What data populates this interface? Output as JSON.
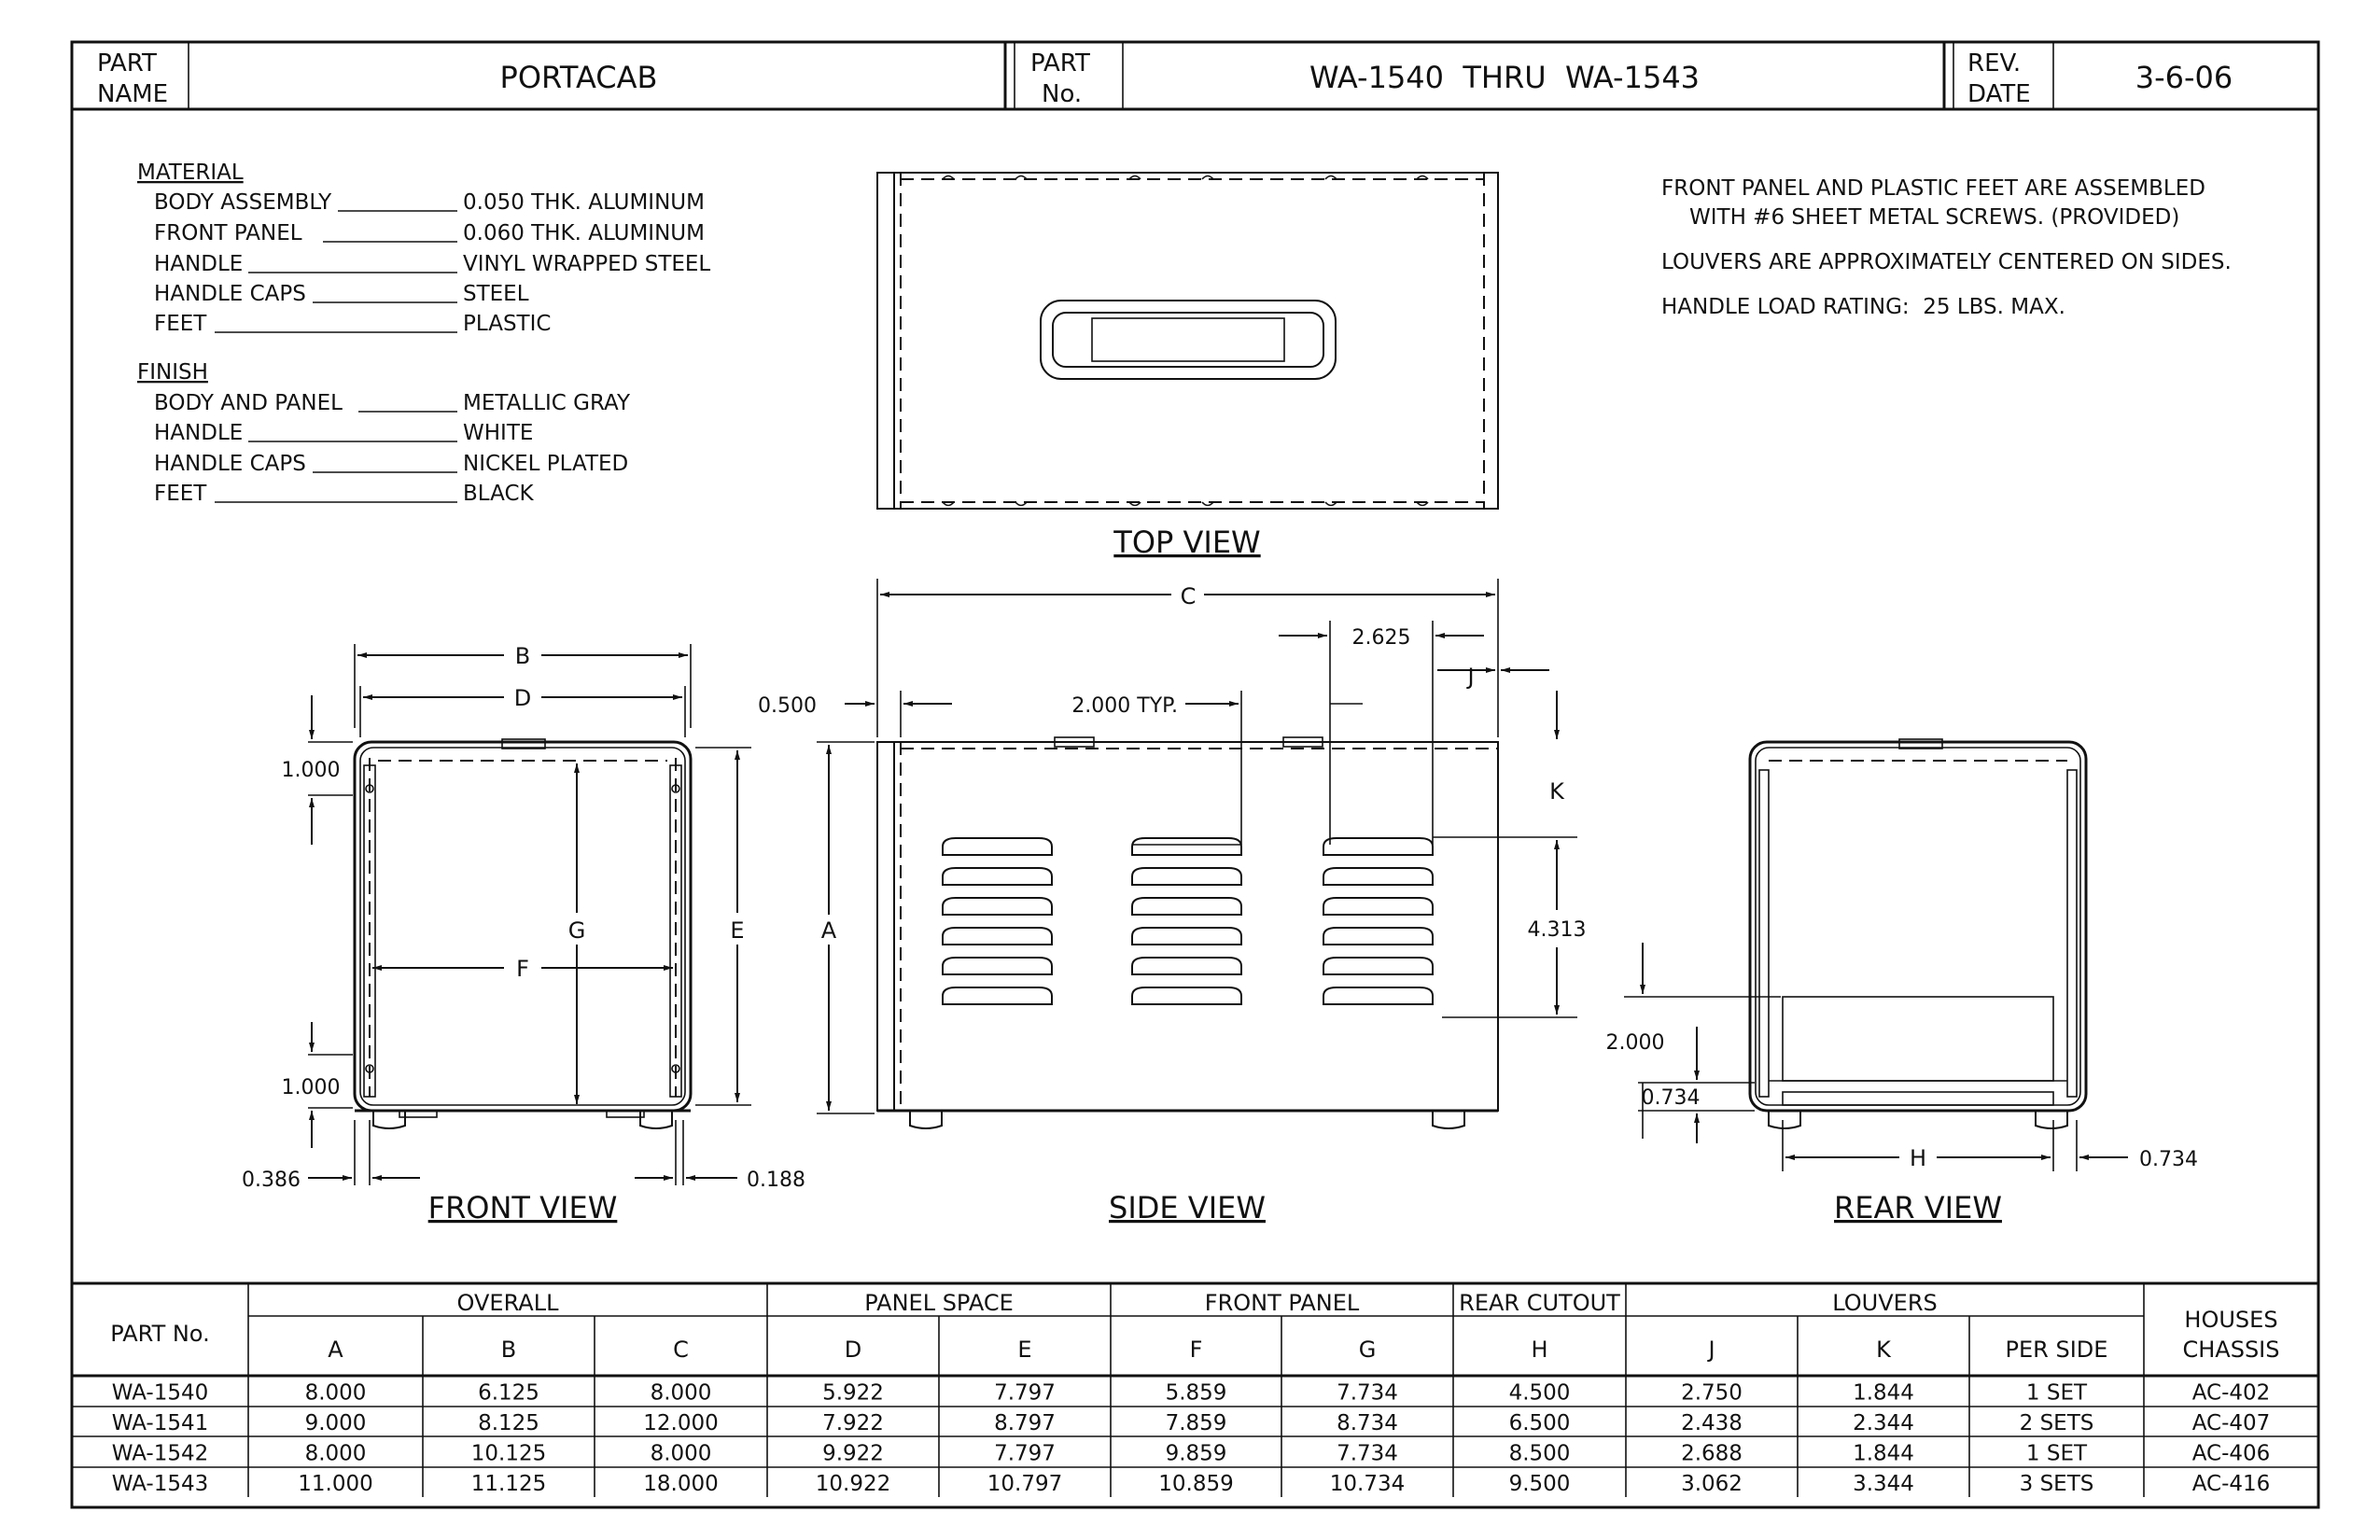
{
  "title_block": {
    "part_name_label": [
      "PART",
      "NAME"
    ],
    "part_name": "PORTACAB",
    "part_no_label": [
      "PART",
      "No."
    ],
    "part_no": "WA-1540  THRU  WA-1543",
    "rev_label": [
      "REV.",
      "DATE"
    ],
    "rev_date": "3-6-06"
  },
  "material": {
    "heading": "MATERIAL",
    "items": [
      {
        "name": "BODY ASSEMBLY",
        "value": "0.050 THK. ALUMINUM"
      },
      {
        "name": "FRONT PANEL",
        "value": "0.060 THK. ALUMINUM"
      },
      {
        "name": "HANDLE",
        "value": "VINYL WRAPPED STEEL"
      },
      {
        "name": "HANDLE CAPS",
        "value": "STEEL"
      },
      {
        "name": "FEET",
        "value": "PLASTIC"
      }
    ]
  },
  "finish": {
    "heading": "FINISH",
    "items": [
      {
        "name": "BODY AND PANEL",
        "value": "METALLIC GRAY"
      },
      {
        "name": "HANDLE",
        "value": "WHITE"
      },
      {
        "name": "HANDLE CAPS",
        "value": "NICKEL PLATED"
      },
      {
        "name": "FEET",
        "value": "BLACK"
      }
    ]
  },
  "notes": [
    "FRONT PANEL AND PLASTIC FEET ARE ASSEMBLED",
    "WITH #6 SHEET METAL SCREWS. (PROVIDED)",
    "LOUVERS ARE APPROXIMATELY CENTERED ON SIDES.",
    "HANDLE LOAD RATING:  25 LBS. MAX."
  ],
  "views": {
    "top": "TOP VIEW",
    "front": "FRONT VIEW",
    "side": "SIDE VIEW",
    "rear": "REAR VIEW"
  },
  "dimensions": {
    "A": "A",
    "B": "B",
    "C": "C",
    "D": "D",
    "E": "E",
    "F": "F",
    "G": "G",
    "H": "H",
    "J": "J",
    "K": "K",
    "front_top_1000": "1.000",
    "front_bottom_1000": "1.000",
    "front_left_0386": "0.386",
    "front_right_0188": "0.188",
    "side_0500": "0.500",
    "side_2000_typ": "2.000 TYP.",
    "side_2625": "2.625",
    "side_4313": "4.313",
    "rear_2000": "2.000",
    "rear_0734_v": "0.734",
    "rear_0734_h": "0.734"
  },
  "table": {
    "part_no_header": "PART No.",
    "group_headers": [
      "OVERALL",
      "PANEL SPACE",
      "FRONT PANEL",
      "REAR CUTOUT",
      "LOUVERS"
    ],
    "houses_header": [
      "HOUSES",
      "CHASSIS"
    ],
    "sub_headers": [
      "A",
      "B",
      "C",
      "D",
      "E",
      "F",
      "G",
      "H",
      "J",
      "K",
      "PER SIDE"
    ],
    "rows": [
      [
        "WA-1540",
        "8.000",
        "6.125",
        "8.000",
        "5.922",
        "7.797",
        "5.859",
        "7.734",
        "4.500",
        "2.750",
        "1.844",
        "1 SET",
        "AC-402"
      ],
      [
        "WA-1541",
        "9.000",
        "8.125",
        "12.000",
        "7.922",
        "8.797",
        "7.859",
        "8.734",
        "6.500",
        "2.438",
        "2.344",
        "2 SETS",
        "AC-407"
      ],
      [
        "WA-1542",
        "8.000",
        "10.125",
        "8.000",
        "9.922",
        "7.797",
        "9.859",
        "7.734",
        "8.500",
        "2.688",
        "1.844",
        "1 SET",
        "AC-406"
      ],
      [
        "WA-1543",
        "11.000",
        "11.125",
        "18.000",
        "10.922",
        "10.797",
        "10.859",
        "10.734",
        "9.500",
        "3.062",
        "3.344",
        "3 SETS",
        "AC-416"
      ]
    ]
  }
}
